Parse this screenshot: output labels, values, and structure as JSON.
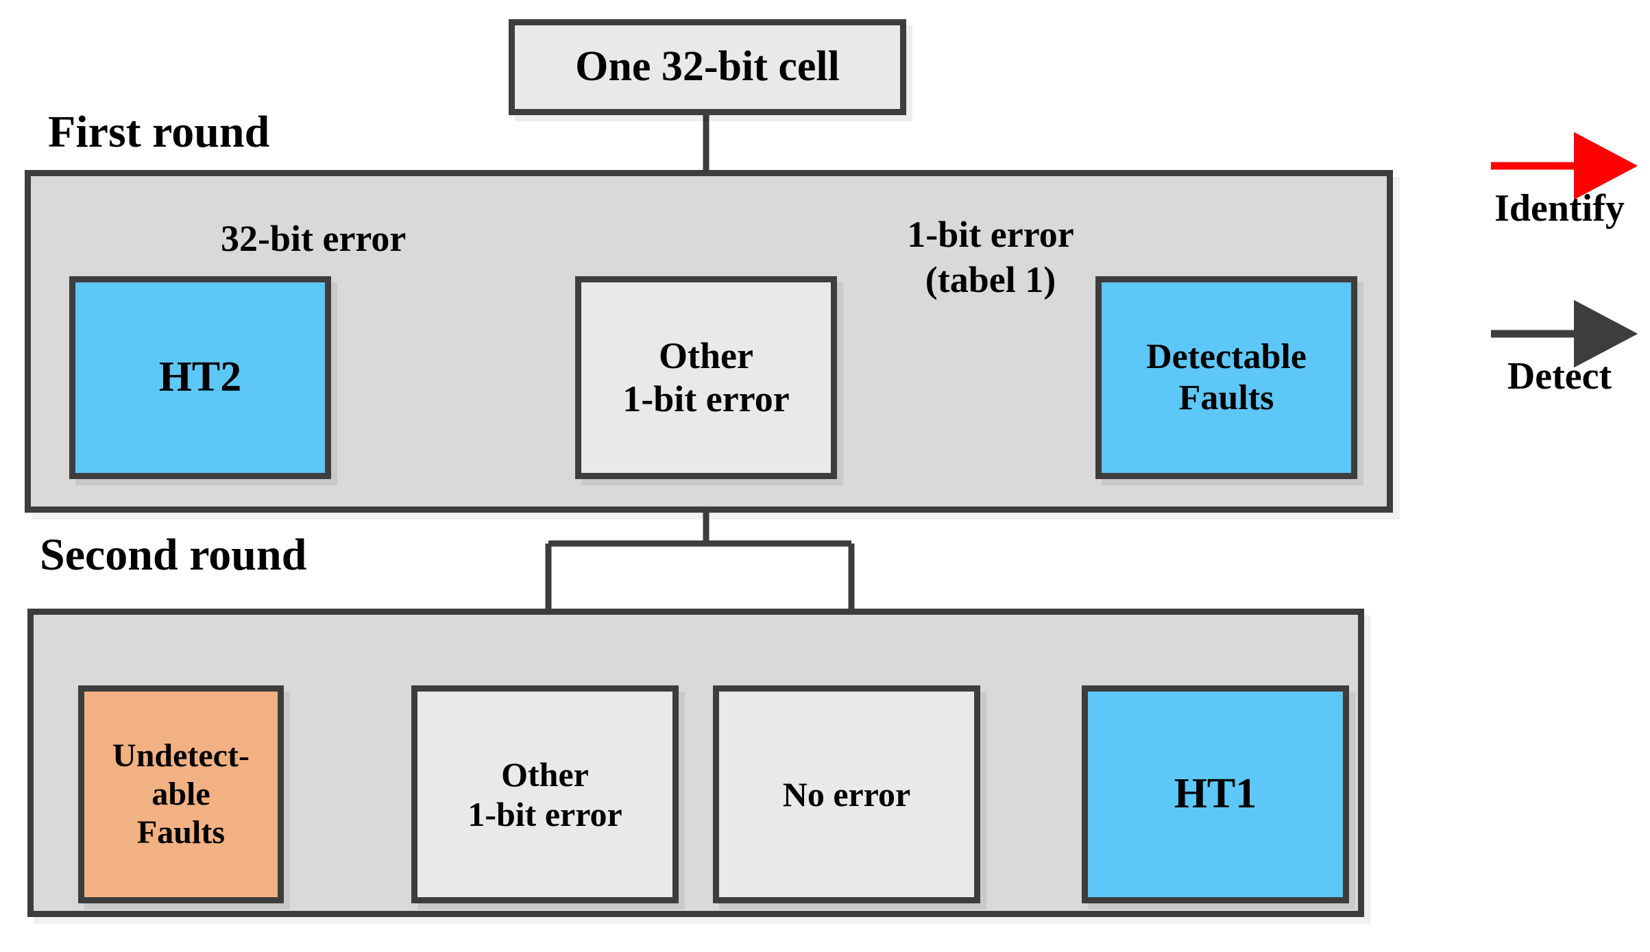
{
  "figure": {
    "type": "flowchart",
    "title": "Two-round hardware-Trojan / fault classification flow"
  },
  "colors": {
    "identify_arrow": "#ff0000",
    "detect_arrow": "#3d3d3d",
    "panel_fill": "#d9d9d9",
    "panel_border": "#3d3d3d",
    "node_fill": "#e9e9e9",
    "node_blue": "#5dc7f7",
    "node_orange": "#f2b183",
    "text": "#000000"
  },
  "root": {
    "label": "One 32-bit cell"
  },
  "rounds": [
    {
      "id": "first",
      "title": "First round",
      "nodes": [
        {
          "id": "ht2",
          "label": "HT2",
          "fill": "blue"
        },
        {
          "id": "other1",
          "label": "Other\n1-bit error",
          "fill": "plain"
        },
        {
          "id": "detectable",
          "label": "Detectable\nFaults",
          "fill": "blue"
        }
      ]
    },
    {
      "id": "second",
      "title": "Second round",
      "nodes": [
        {
          "id": "undetectable",
          "label": "Undetect-\nable\nFaults",
          "fill": "orange"
        },
        {
          "id": "other1b",
          "label": "Other\n1-bit error",
          "fill": "plain"
        },
        {
          "id": "noerror",
          "label": "No error",
          "fill": "plain"
        },
        {
          "id": "ht1",
          "label": "HT1",
          "fill": "blue"
        }
      ]
    }
  ],
  "edge_labels": {
    "left_branch": "32-bit error",
    "right_branch": "1-bit error\n(tabel 1)"
  },
  "legend": {
    "items": [
      {
        "id": "identify",
        "label": "Identify",
        "arrow_color": "#ff0000",
        "arrow": "red-right-arrow"
      },
      {
        "id": "detect",
        "label": "Detect",
        "arrow_color": "#3d3d3d",
        "arrow": "gray-right-arrow"
      }
    ]
  }
}
